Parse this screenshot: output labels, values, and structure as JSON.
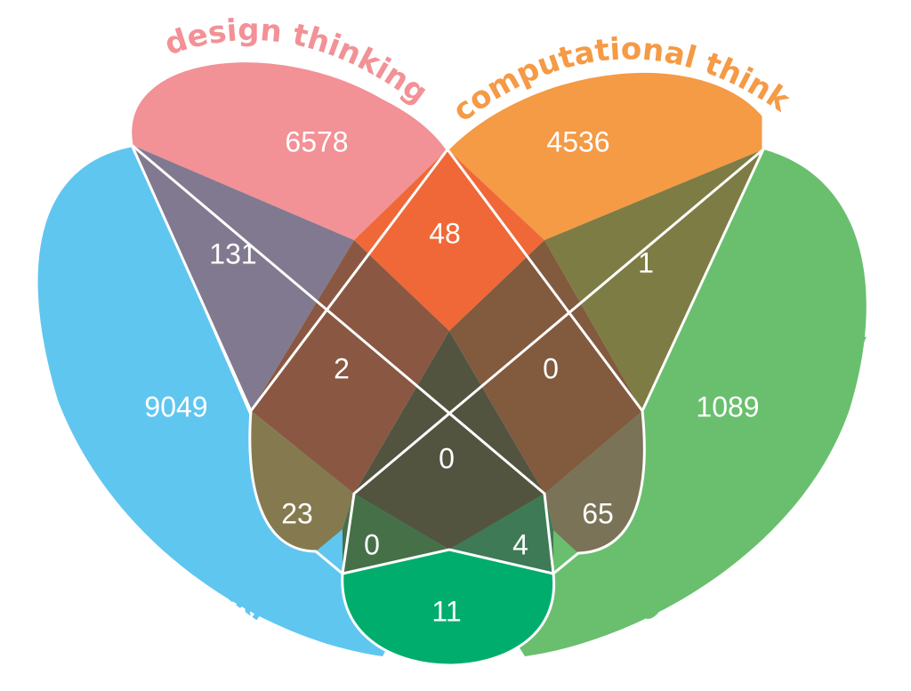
{
  "sets": [
    {
      "id": "design",
      "label": "design thinking",
      "color": "#f29196"
    },
    {
      "id": "computational",
      "label": "computational thinking",
      "color": "#f59a45"
    },
    {
      "id": "systems",
      "label": "systems thinking",
      "color": "#5fc6ef"
    },
    {
      "id": "entrepreneurial",
      "label": "entrepreneurial thinking",
      "color": "#69bf6d"
    }
  ],
  "regions": [
    {
      "sets": [
        "design"
      ],
      "count": "6578",
      "color": "#f29196"
    },
    {
      "sets": [
        "computational"
      ],
      "count": "4536",
      "color": "#f59a45"
    },
    {
      "sets": [
        "systems"
      ],
      "count": "9049",
      "color": "#5fc6ef"
    },
    {
      "sets": [
        "entrepreneurial"
      ],
      "count": "1089",
      "color": "#69bf6d"
    },
    {
      "sets": [
        "design",
        "systems"
      ],
      "count": "131",
      "color": "#817990"
    },
    {
      "sets": [
        "design",
        "computational"
      ],
      "count": "48",
      "color": "#f06837"
    },
    {
      "sets": [
        "computational",
        "entrepreneurial"
      ],
      "count": "1",
      "color": "#7d7c44"
    },
    {
      "sets": [
        "design",
        "computational",
        "systems"
      ],
      "count": "2",
      "color": "#8a5842"
    },
    {
      "sets": [
        "design",
        "computational",
        "entrepreneurial"
      ],
      "count": "0",
      "color": "#825a3e"
    },
    {
      "sets": [
        "design",
        "computational",
        "systems",
        "entrepreneurial"
      ],
      "count": "0",
      "color": "#525440"
    },
    {
      "sets": [
        "systems",
        "entrepreneurial",
        "design"
      ],
      "count": "23",
      "color": "#857a4f"
    },
    {
      "sets": [
        "computational",
        "entrepreneurial",
        "systems"
      ],
      "count": "65",
      "color": "#7b7358"
    },
    {
      "sets": [
        "systems",
        "entrepreneurial",
        "design",
        "computational"
      ],
      "count": "0",
      "color": "#467047"
    },
    {
      "sets": [
        "systems",
        "entrepreneurial",
        "computational"
      ],
      "count": "4",
      "color": "#3e7a55"
    },
    {
      "sets": [
        "systems",
        "entrepreneurial"
      ],
      "count": "11",
      "color": "#00ad6d"
    }
  ]
}
